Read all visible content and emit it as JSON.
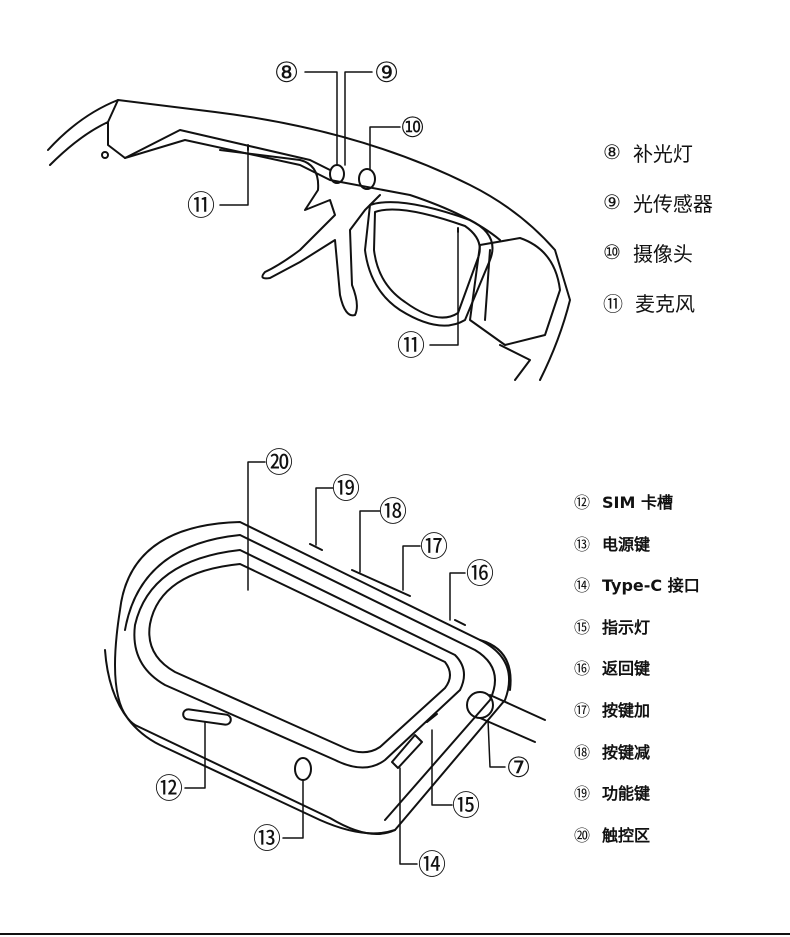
{
  "glasses": {
    "callouts": [
      "⑧",
      "⑨",
      "⑩",
      "⑪",
      "⑪"
    ],
    "legend": [
      {
        "num": "⑧",
        "label": "补光灯"
      },
      {
        "num": "⑨",
        "label": "光传感器"
      },
      {
        "num": "⑩",
        "label": "摄像头"
      },
      {
        "num": "⑪",
        "label": "麦克风"
      }
    ]
  },
  "device": {
    "callouts": [
      "⑳",
      "⑲",
      "⑱",
      "⑰",
      "⑯",
      "⑫",
      "⑬",
      "⑭",
      "⑮",
      "⑦"
    ],
    "legend": [
      {
        "num": "⑫",
        "label": "SIM 卡槽"
      },
      {
        "num": "⑬",
        "label": "电源键"
      },
      {
        "num": "⑭",
        "label": "Type-C 接口"
      },
      {
        "num": "⑮",
        "label": "指示灯"
      },
      {
        "num": "⑯",
        "label": "返回键"
      },
      {
        "num": "⑰",
        "label": "按键加"
      },
      {
        "num": "⑱",
        "label": "按键减"
      },
      {
        "num": "⑲",
        "label": "功能键"
      },
      {
        "num": "⑳",
        "label": "触控区"
      }
    ]
  }
}
